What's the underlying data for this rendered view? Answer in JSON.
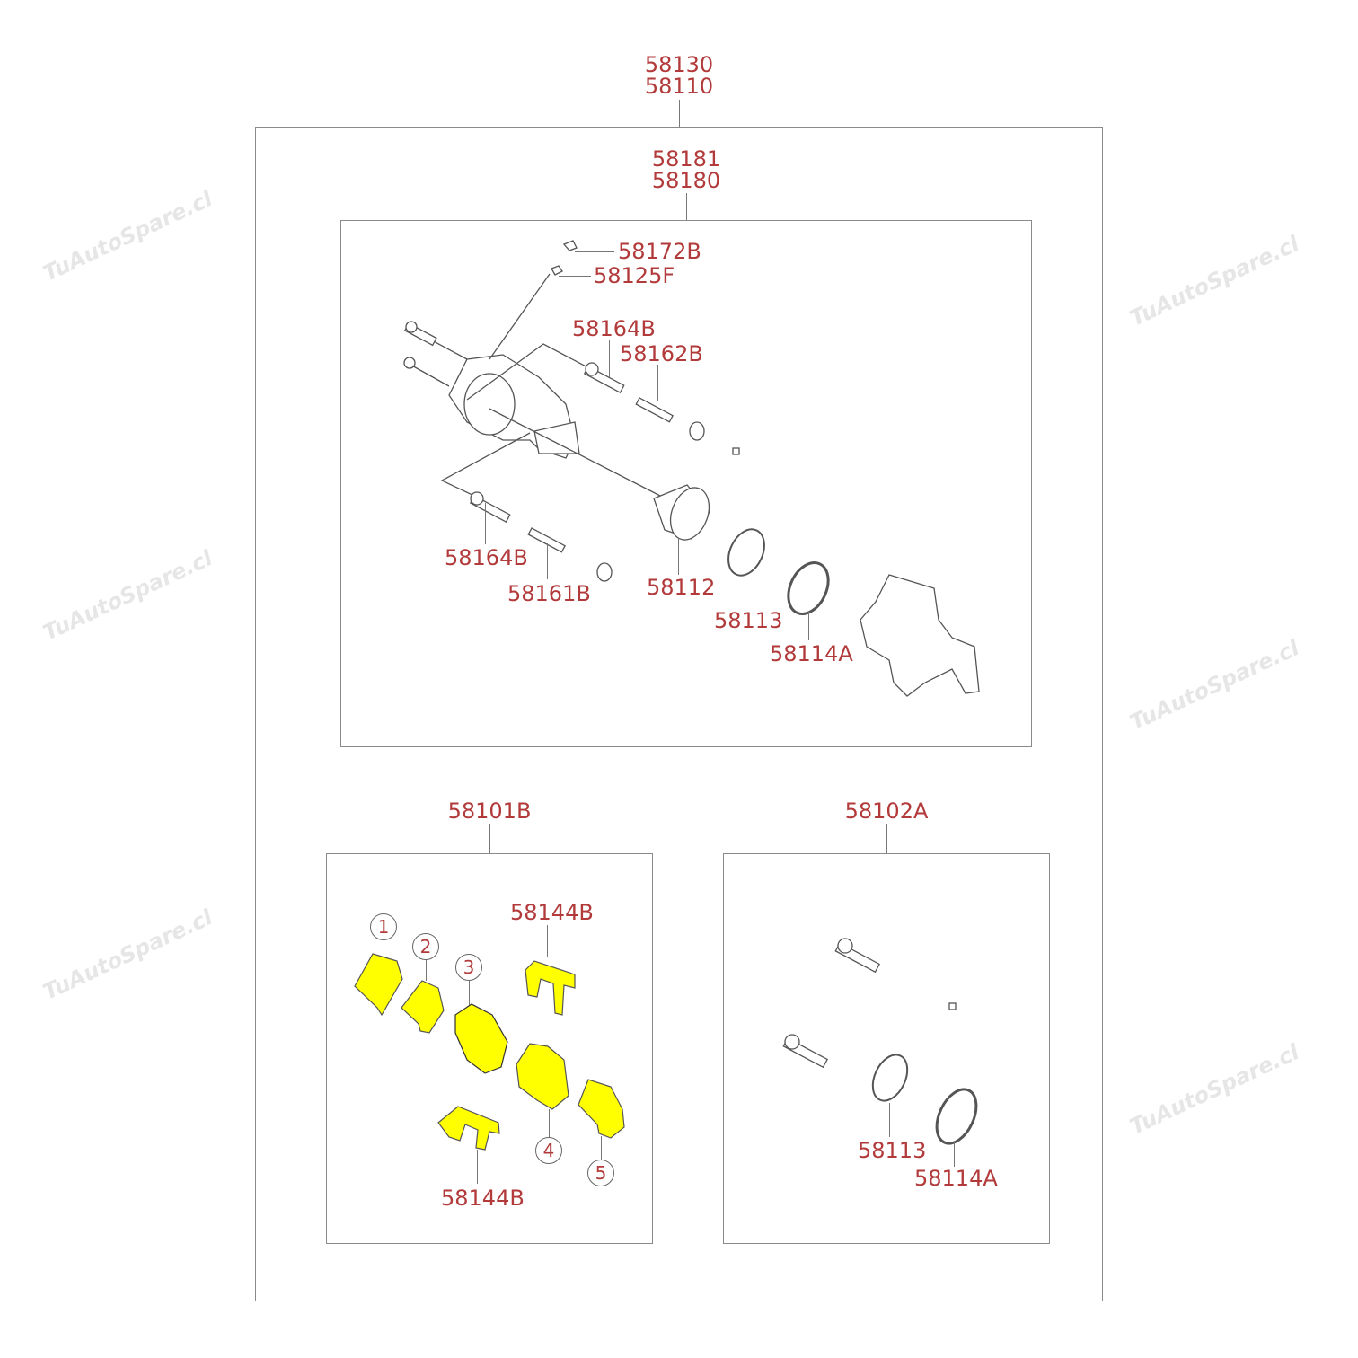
{
  "watermark": "TuAutoSpare.cl",
  "colors": {
    "label": "#b23a3a",
    "pad_fill": "#ffff00",
    "border": "#8a8a8a"
  },
  "assembly": {
    "codes": [
      "58130",
      "58110"
    ]
  },
  "caliper": {
    "codes": [
      "58181",
      "58180"
    ],
    "parts": {
      "p58172B": "58172B",
      "p58125F": "58125F",
      "p58164B_top": "58164B",
      "p58162B": "58162B",
      "p58164B_bottom": "58164B",
      "p58161B": "58161B",
      "p58112": "58112",
      "p58113": "58113",
      "p58114A": "58114A"
    }
  },
  "pad_kit": {
    "code": "58101B",
    "clip_top": "58144B",
    "clip_bottom": "58144B",
    "callouts": [
      "1",
      "2",
      "3",
      "4",
      "5"
    ]
  },
  "seal_kit": {
    "code": "58102A",
    "p58113": "58113",
    "p58114A": "58114A"
  }
}
